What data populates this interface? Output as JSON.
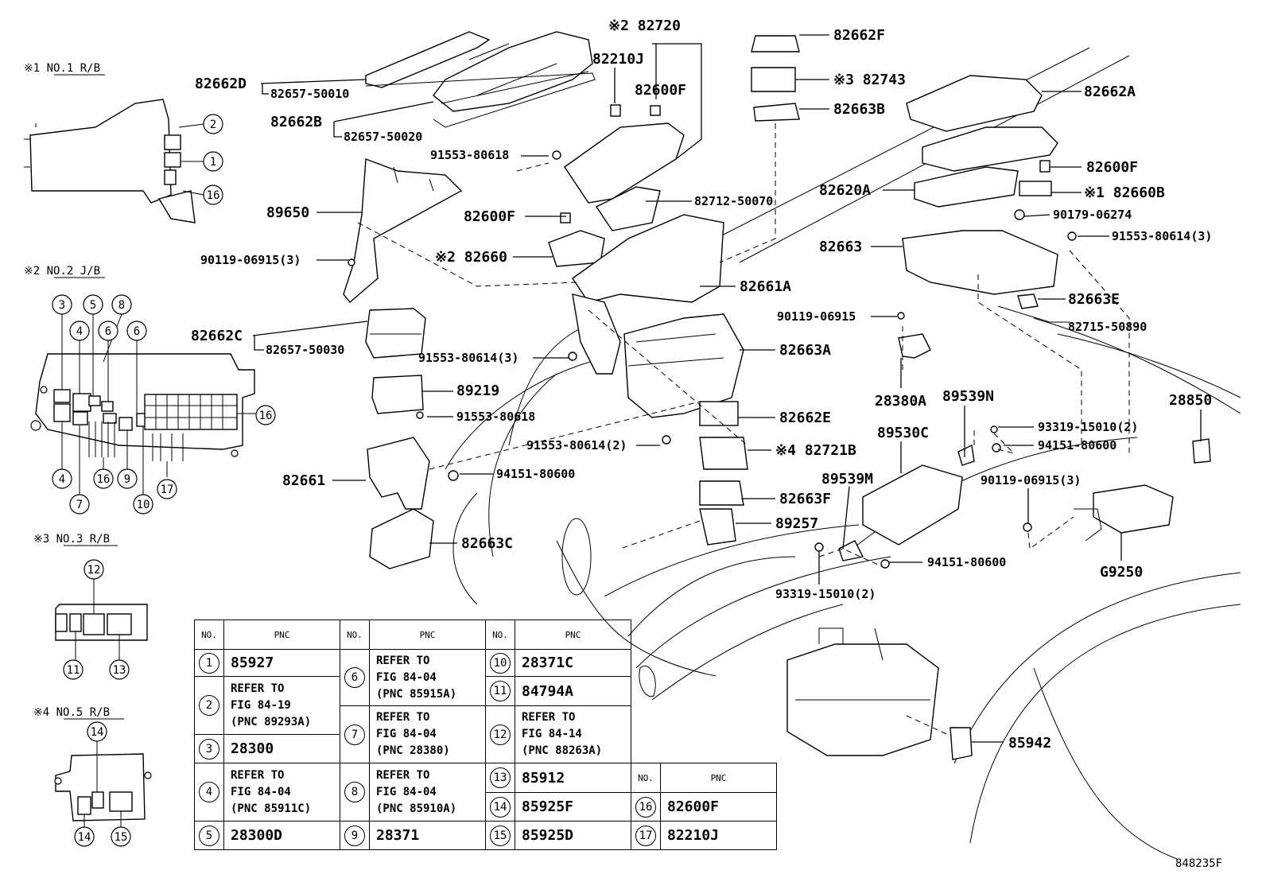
{
  "inset_labels": {
    "rb1": "※1  NO.1 R/B",
    "jb2": "※2  NO.2 J/B",
    "rb3": "※3  NO.3 R/B",
    "rb4": "※4  NO.5 R/B"
  },
  "inset_numbers": [
    "1",
    "2",
    "3",
    "4",
    "5",
    "6",
    "7",
    "8",
    "9",
    "10",
    "11",
    "12",
    "13",
    "14",
    "15",
    "16",
    "17"
  ],
  "callouts": {
    "c82662D": "82662D",
    "c82657_50010": "82657-50010",
    "c82662B": "82662B",
    "c82657_50020": "82657-50020",
    "c91553_80618a": "91553-80618",
    "c89650": "89650",
    "c90119_06915_3a": "90119-06915(3)",
    "c82662C": "82662C",
    "c82657_50030": "82657-50030",
    "c91553_80614_3a": "91553-80614(3)",
    "c89219": "89219",
    "c91553_80618b": "91553-80618",
    "c91553_80614_2": "91553-80614(2)",
    "c94151_80600a": "94151-80600",
    "c82661": "82661",
    "c82663C": "82663C",
    "c82720": "※2  82720",
    "c82210J": "82210J",
    "c82600Fa": "82600F",
    "c82600Fb": "82600F",
    "c82660": "※2  82660",
    "c82712_50070": "82712-50070",
    "c82661A": "82661A",
    "c82663A": "82663A",
    "c82662E": "82662E",
    "c82721B": "※4  82721B",
    "c82663F": "82663F",
    "c89257": "89257",
    "c82662F": "82662F",
    "c82743": "※3  82743",
    "c82663B": "82663B",
    "c82662A": "82662A",
    "c82600Fc": "82600F",
    "c82620A": "82620A",
    "c82660B": "※1  82660B",
    "c90179_06274": "90179-06274",
    "c82663": "82663",
    "c91553_80614_3b": "91553-80614(3)",
    "c82663E": "82663E",
    "c82715_50890": "82715-50890",
    "c90119_06915b": "90119-06915",
    "c28380A": "28380A",
    "c89539N": "89539N",
    "c89530C": "89530C",
    "c93319_15010_2a": "93319-15010(2)",
    "c94151_80600b": "94151-80600",
    "c28850": "28850",
    "c89539M": "89539M",
    "c90119_06915_3b": "90119-06915(3)",
    "c94151_80600c": "94151-80600",
    "c93319_15010_2b": "93319-15010(2)",
    "cG9250": "G9250",
    "c85942": "85942",
    "code": "848235F"
  },
  "table": {
    "headers": {
      "no": "NO.",
      "pnc": "PNC"
    },
    "rows": [
      {
        "no": "1",
        "pnc": "85927"
      },
      {
        "no": "2",
        "pnc": "REFER TO\nFIG 84-19\n(PNC 89293A)"
      },
      {
        "no": "3",
        "pnc": "28300"
      },
      {
        "no": "4",
        "pnc": "REFER TO\nFIG 84-04\n(PNC 85911C)"
      },
      {
        "no": "5",
        "pnc": "28300D"
      },
      {
        "no": "6",
        "pnc": "REFER TO\nFIG 84-04\n(PNC 85915A)"
      },
      {
        "no": "7",
        "pnc": "REFER TO\nFIG 84-04\n(PNC 28380)"
      },
      {
        "no": "8",
        "pnc": "REFER TO\nFIG 84-04\n(PNC 85910A)"
      },
      {
        "no": "9",
        "pnc": "28371"
      },
      {
        "no": "10",
        "pnc": "28371C"
      },
      {
        "no": "11",
        "pnc": "84794A"
      },
      {
        "no": "12",
        "pnc": "REFER TO\nFIG 84-14\n(PNC 88263A)"
      },
      {
        "no": "13",
        "pnc": "85912"
      },
      {
        "no": "14",
        "pnc": "85925F"
      },
      {
        "no": "15",
        "pnc": "85925D"
      },
      {
        "no": "16",
        "pnc": "82600F"
      },
      {
        "no": "17",
        "pnc": "82210J"
      }
    ]
  }
}
